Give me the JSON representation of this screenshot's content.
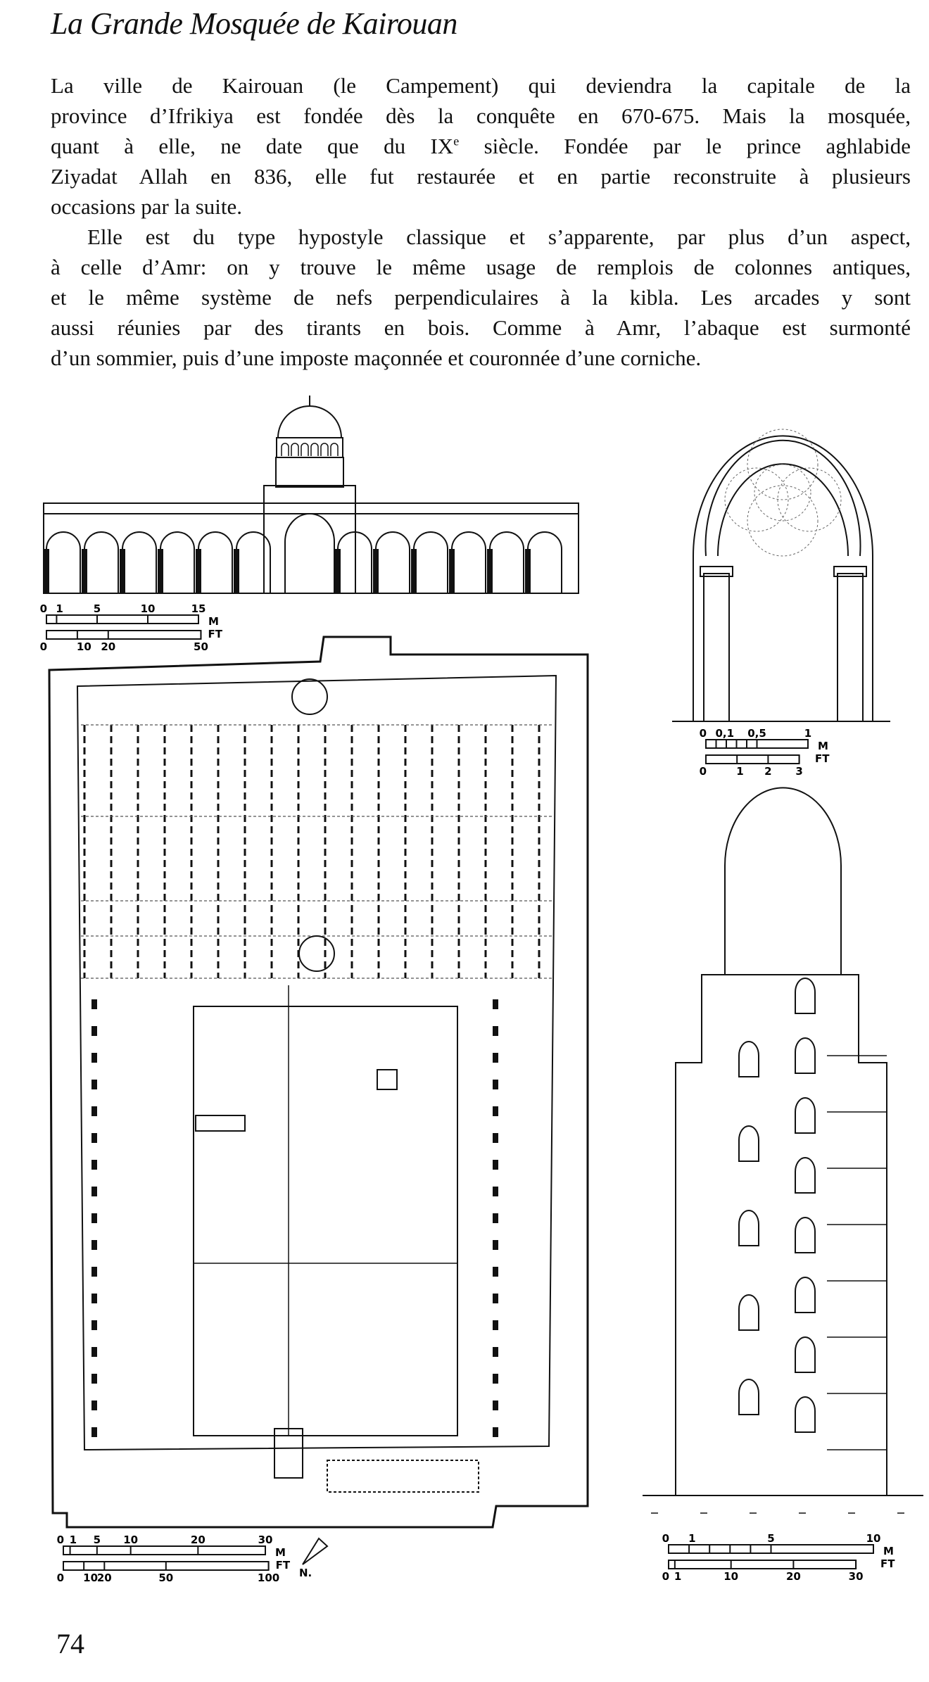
{
  "title": "La Grande Mosquée de Kairouan",
  "paragraphs": [
    [
      "La ville de Kairouan (le Campement) qui deviendra la capitale de la",
      "province d’Ifrikiya est fondée dès la conquête en 670-675. Mais la mosquée,",
      {
        "before": "quant à elle, ne date que du IX",
        "sup": "e",
        "after": " siècle. Fondée par le prince aghlabide"
      },
      "Ziyadat Allah en 836, elle fut restaurée et en partie reconstruite à plusieurs",
      "occasions par la suite."
    ],
    [
      "Elle est du type hypostyle classique et s’apparente, par plus d’un aspect,",
      "à celle d’Amr: on y trouve le même usage de remplois de colonnes antiques,",
      "et le même système de nefs perpendiculaires à la kibla. Les arcades y sont",
      "aussi réunies par des tirants en bois. Comme à Amr, l’abaque est surmonté",
      "d’un sommier, puis d’une imposte maçonnée et couronnée d’une corniche."
    ]
  ],
  "scales": {
    "elevation": {
      "m_labels": [
        "0",
        "1",
        "5",
        "10",
        "15"
      ],
      "m_values": [
        0,
        1,
        5,
        10,
        15
      ],
      "m_max": 15,
      "ft_labels": [
        "0",
        "10",
        "20",
        "50"
      ],
      "ft_values": [
        0,
        10,
        20,
        50
      ],
      "ft_max": 50,
      "m_unit": "M",
      "ft_unit": "FT"
    },
    "arch": {
      "m_labels": [
        "0",
        "0,1",
        "0,5",
        "1"
      ],
      "m_values": [
        0,
        0.1,
        0.5,
        1
      ],
      "m_ticks": [
        0.1,
        0.2,
        0.3,
        0.4,
        0.5
      ],
      "m_max": 1,
      "ft_labels": [
        "0",
        "1",
        "2",
        "3"
      ],
      "ft_values": [
        0,
        1,
        2,
        3
      ],
      "ft_max": 3,
      "m_unit": "M",
      "ft_unit": "FT"
    },
    "plan": {
      "m_labels": [
        "0",
        "1",
        "5",
        "10",
        "20",
        "30"
      ],
      "m_values": [
        0,
        1,
        5,
        10,
        20,
        30
      ],
      "m_max": 30,
      "ft_labels": [
        "0",
        "10",
        "20",
        "50",
        "100"
      ],
      "ft_values": [
        0,
        10,
        20,
        50,
        100
      ],
      "ft_max": 100,
      "m_unit": "M",
      "ft_unit": "FT"
    },
    "minaret": {
      "m_labels": [
        "0",
        "1",
        "5",
        "10"
      ],
      "m_values": [
        0,
        1,
        5,
        10
      ],
      "m_ticks": [
        1,
        2,
        3,
        4,
        5
      ],
      "m_max": 10,
      "ft_labels": [
        "0",
        "1",
        "10",
        "20",
        "30"
      ],
      "ft_values": [
        0,
        1,
        10,
        20,
        30
      ],
      "ft_max": 30,
      "m_unit": "M",
      "ft_unit": "FT"
    }
  },
  "north_label": "N.",
  "page_number": "74"
}
